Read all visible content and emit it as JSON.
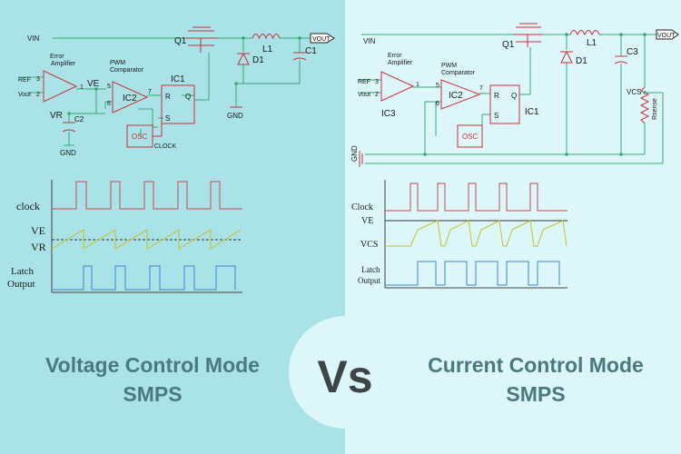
{
  "colors": {
    "bg_left": "#a9e3e8",
    "bg_right": "#dcf6f9",
    "wire_green": "#3aa86e",
    "comp_red": "#c9303a",
    "title_teal": "#4a7a80",
    "vs_dark": "#3d4547",
    "clock_line": "#c9484e",
    "ramp_line": "#c6c22a",
    "latch_line": "#3d86d6"
  },
  "left": {
    "labels": {
      "vin": "VIN",
      "q1": "Q1",
      "l1": "L1",
      "d1": "D1",
      "c1": "C1",
      "vout": "VOUT",
      "gnd_out": "GND",
      "err_amp_line1": "Error",
      "err_amp_line2": "Amplifier",
      "pwm_line1": "PWM",
      "pwm_line2": "Comparator",
      "ref": "REF",
      "vout_in": "Vout",
      "pin3": "3",
      "pin2": "2",
      "pin1": "1",
      "pin5": "5",
      "pin6": "6",
      "pin7": "7",
      "ve": "VE",
      "vr": "VR",
      "c2": "C2",
      "gnd": "GND",
      "ic2": "IC2",
      "ic1": "IC1",
      "r": "R",
      "q": "Q",
      "s": "S",
      "osc": "OSC",
      "clock": "CLOCK"
    },
    "waveforms": {
      "clock": "clock",
      "ve": "VE",
      "vr": "VR",
      "latch1": "Latch",
      "latch2": "Output"
    },
    "title_line1": "Voltage Control Mode",
    "title_line2": "SMPS"
  },
  "right": {
    "labels": {
      "vin": "VIN",
      "q1": "Q1",
      "l1": "L1",
      "d1": "D1",
      "c3": "C3",
      "vout": "VOUT",
      "vcs": "VCS",
      "rsense": "Rsense",
      "gnd": "GND",
      "err_amp_line1": "Error",
      "err_amp_line2": "Amplifier",
      "pwm_line1": "PWM",
      "pwm_line2": "Comparator",
      "ref": "REF",
      "vout_in": "Vout",
      "pin3": "3",
      "pin2": "2",
      "pin1": "1",
      "pin5": "5",
      "pin6": "6",
      "pin7": "7",
      "ic3": "IC3",
      "ic2": "IC2",
      "ic1": "IC1",
      "r": "R",
      "q": "Q",
      "s": "S",
      "osc": "OSC"
    },
    "waveforms": {
      "clock": "Clock",
      "ve": "VE",
      "vcs": "VCS",
      "latch1": "Latch",
      "latch2": "Output"
    },
    "title_line1": "Current Control Mode",
    "title_line2": "SMPS"
  },
  "vs": "Vs"
}
